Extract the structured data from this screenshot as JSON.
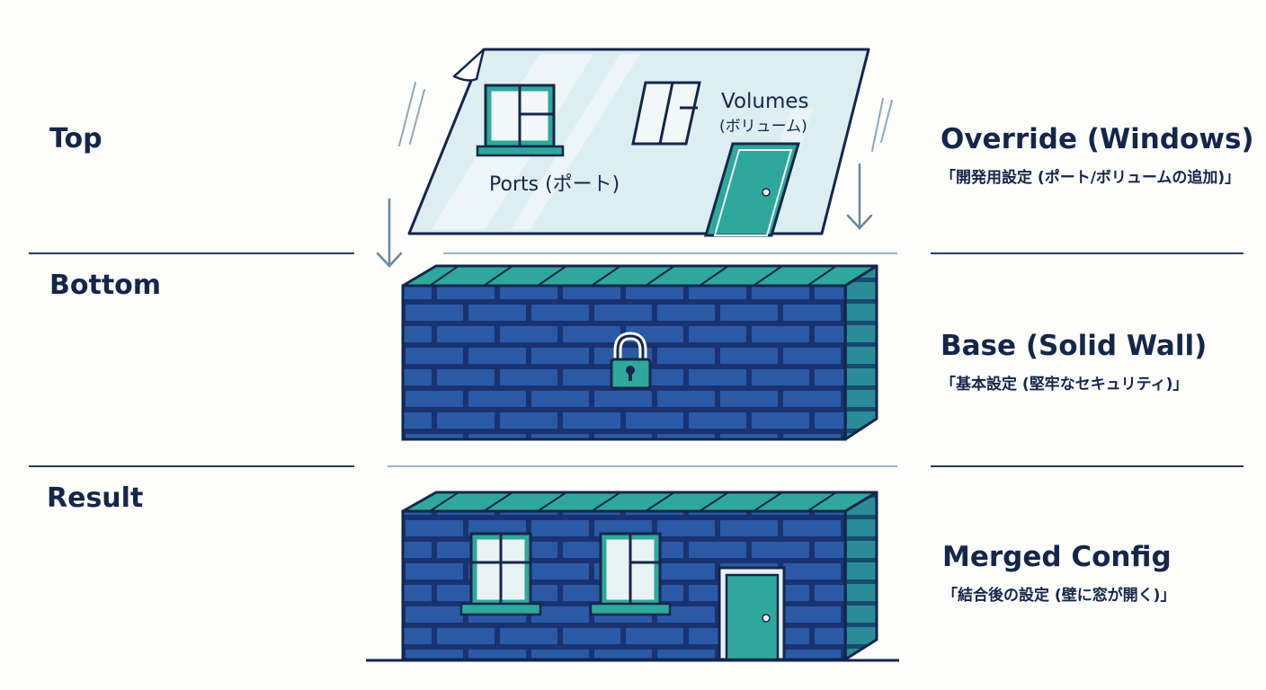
{
  "rows": {
    "top": {
      "label": "Top",
      "title": "Override (Windows)",
      "subtitle": "「開発用設定 (ポート/ボリュームの追加)」",
      "ports_label": "Ports (ポート)",
      "volumes_label": "Volumes",
      "volumes_sub": "(ボリューム)"
    },
    "bottom": {
      "label": "Bottom",
      "title": "Base (Solid Wall)",
      "subtitle": "「基本設定 (堅牢なセキュリティ)」"
    },
    "result": {
      "label": "Result",
      "title": "Merged Config",
      "subtitle": "「結合後の設定 (壁に窓が開く)」"
    }
  },
  "colors": {
    "navy": "#14264a",
    "brick_face": "#2a5aa6",
    "brick_mortar": "#1a3370",
    "teal": "#2fa89c",
    "glass": "#dceef2"
  },
  "icons": [
    "window-icon",
    "door-icon",
    "padlock-icon",
    "arrow-down-icon"
  ]
}
